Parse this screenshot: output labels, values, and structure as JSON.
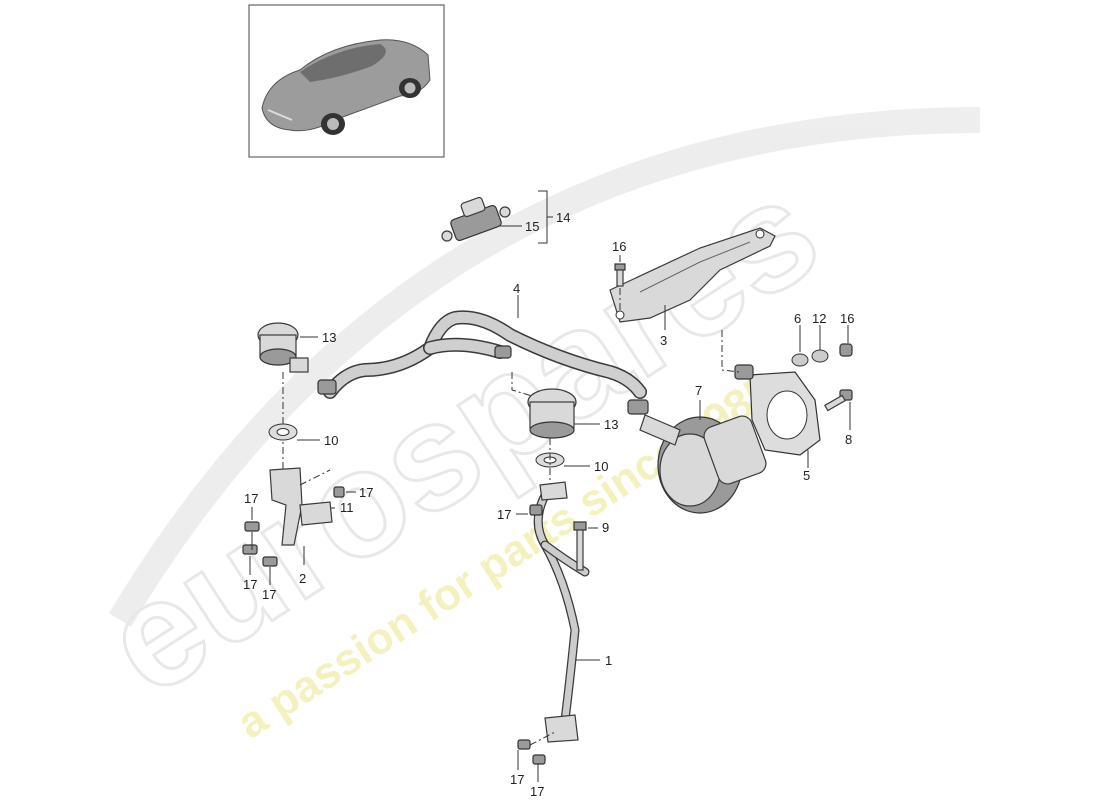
{
  "watermark": {
    "brand": "eurospares",
    "tagline": "a passion for parts since 1985"
  },
  "thumbnail": {
    "icon": "car-thumbnail-icon"
  },
  "callouts": [
    {
      "id": "c1",
      "text": "1"
    },
    {
      "id": "c2",
      "text": "2"
    },
    {
      "id": "c3",
      "text": "3"
    },
    {
      "id": "c4",
      "text": "4"
    },
    {
      "id": "c5",
      "text": "5"
    },
    {
      "id": "c6",
      "text": "6"
    },
    {
      "id": "c7",
      "text": "7"
    },
    {
      "id": "c8",
      "text": "8"
    },
    {
      "id": "c9",
      "text": "9"
    },
    {
      "id": "c10a",
      "text": "10"
    },
    {
      "id": "c10b",
      "text": "10"
    },
    {
      "id": "c11",
      "text": "11"
    },
    {
      "id": "c12",
      "text": "12"
    },
    {
      "id": "c13a",
      "text": "13"
    },
    {
      "id": "c13b",
      "text": "13"
    },
    {
      "id": "c14",
      "text": "14"
    },
    {
      "id": "c15",
      "text": "15"
    },
    {
      "id": "c16a",
      "text": "16"
    },
    {
      "id": "c16b",
      "text": "16"
    },
    {
      "id": "c17a",
      "text": "17"
    },
    {
      "id": "c17b",
      "text": "17"
    },
    {
      "id": "c17c",
      "text": "17"
    },
    {
      "id": "c17d",
      "text": "17"
    },
    {
      "id": "c17e",
      "text": "17"
    },
    {
      "id": "c17f",
      "text": "17"
    },
    {
      "id": "c17g",
      "text": "17"
    },
    {
      "id": "c17h",
      "text": "17"
    }
  ]
}
